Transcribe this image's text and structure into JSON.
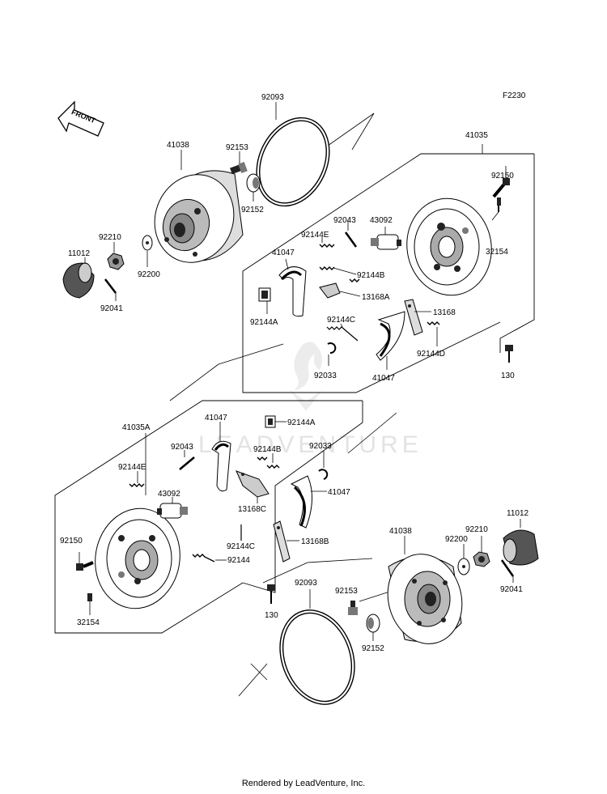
{
  "diagram_code": "F2230",
  "direction_arrow": "FRONT",
  "watermark": "LEADVENTURE",
  "footer": "Rendered by LeadVenture, Inc.",
  "top_assembly": {
    "labels": {
      "l92093": "92093",
      "l41038": "41038",
      "l92153": "92153",
      "l92152": "92152",
      "l41035": "41035",
      "l92150": "92150",
      "l92210": "92210",
      "l11012": "11012",
      "l92200": "92200",
      "l92041": "92041",
      "l92043": "92043",
      "l43092": "43092",
      "l92144e": "92144E",
      "l41047a": "41047",
      "l92144b": "92144B",
      "l13168a": "13168A",
      "l92144a": "92144A",
      "l92144c": "92144C",
      "l13168": "13168",
      "l92144d": "92144D",
      "l92033": "92033",
      "l41047b": "41047",
      "l32154": "32154",
      "l130": "130"
    }
  },
  "bottom_assembly": {
    "labels": {
      "l41047a": "41047",
      "l92144a": "92144A",
      "l41035a": "41035A",
      "l92043": "92043",
      "l92144b": "92144B",
      "l92033": "92033",
      "l92144e": "92144E",
      "l43092": "43092",
      "l41047b": "41047",
      "l13168c": "13168C",
      "l92150": "92150",
      "l92144c": "92144C",
      "l13168b": "13168B",
      "l92144": "92144",
      "l32154": "32154",
      "l130": "130",
      "l11012": "11012",
      "l41038": "41038",
      "l92200": "92200",
      "l92210": "92210",
      "l92041": "92041",
      "l92093": "92093",
      "l92153": "92153",
      "l92152": "92152"
    }
  }
}
